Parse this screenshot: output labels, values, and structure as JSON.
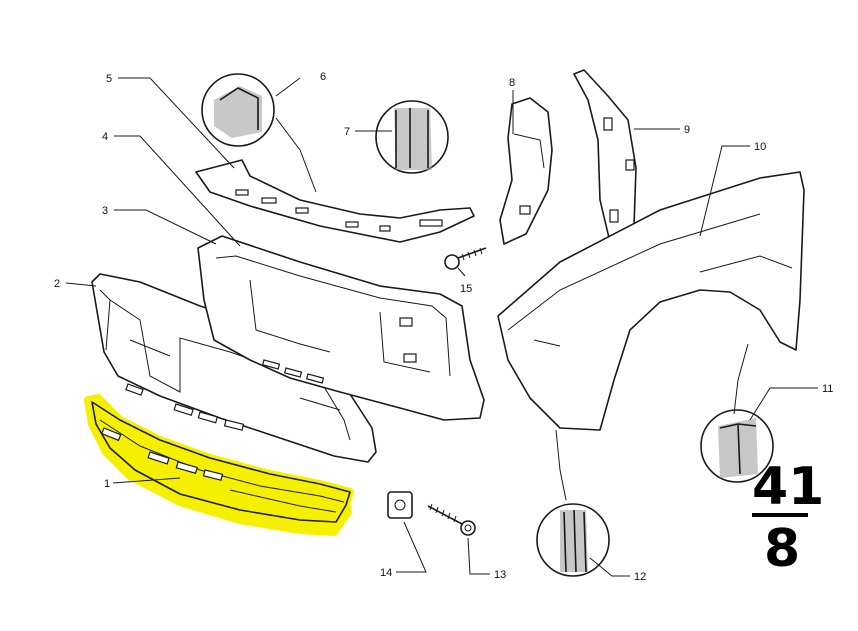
{
  "diagram": {
    "part_labels": [
      "1",
      "2",
      "3",
      "4",
      "5",
      "6",
      "7",
      "8",
      "9",
      "10",
      "11",
      "12",
      "13",
      "14",
      "15"
    ],
    "page_ref": {
      "top": "41",
      "bottom": "8"
    },
    "highlight": {
      "part": "1",
      "color": "#f5f000"
    }
  }
}
